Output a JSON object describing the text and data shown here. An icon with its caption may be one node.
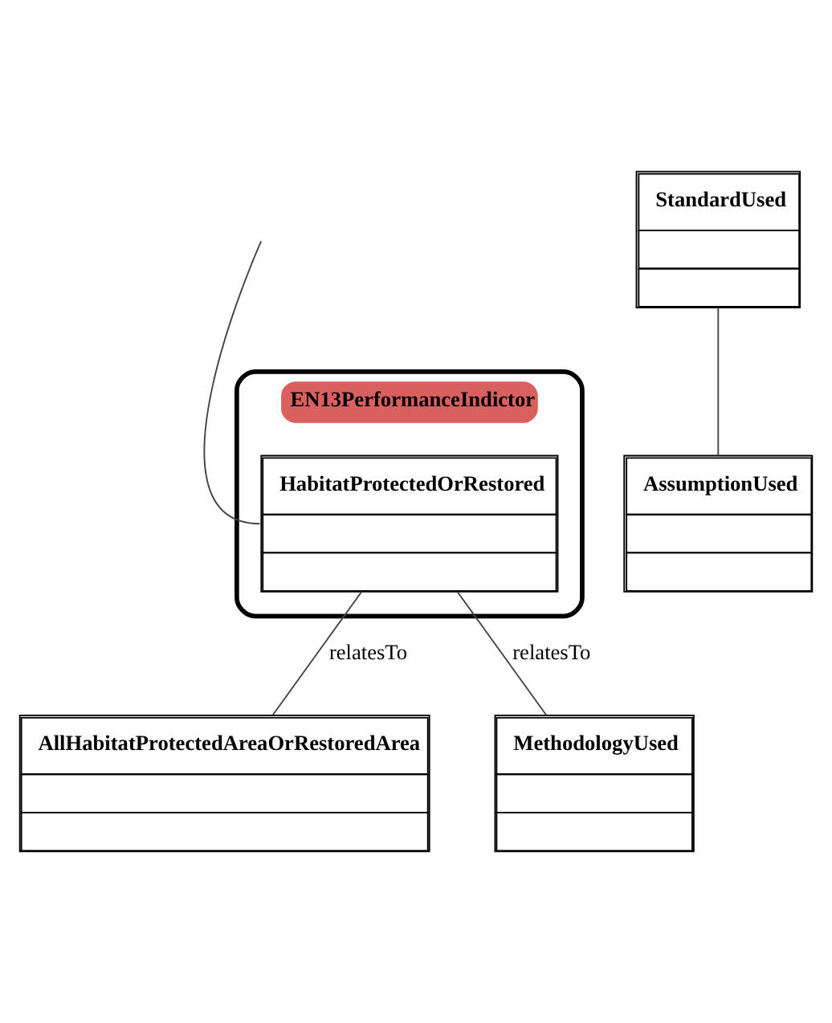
{
  "diagram": {
    "nodes": [
      {
        "text": [
          "EN13PerformanceIndictor"
        ]
      },
      {
        "text": [
          "HabitatProtectedOrRestored"
        ],
        "in": 0
      },
      {
        "text": [
          "AllHabitatProtectedAreaOrRestoredArea"
        ]
      },
      {
        "text": [
          "StandardUsed"
        ]
      },
      {
        "text": [
          "MethodologyUsed"
        ]
      },
      {
        "text": [
          "AssumptionUsed"
        ]
      }
    ],
    "edges": [
      {
        "from": null,
        "to": 1,
        "arrow": "none"
      },
      {
        "from": 1,
        "to": 4,
        "arrow": "none",
        "label": "relatesTo"
      },
      {
        "from": 1,
        "to": 2,
        "arrow": "none",
        "label": "relatesTo"
      },
      {
        "from": 3,
        "to": 5,
        "arrow": "none"
      }
    ]
  }
}
